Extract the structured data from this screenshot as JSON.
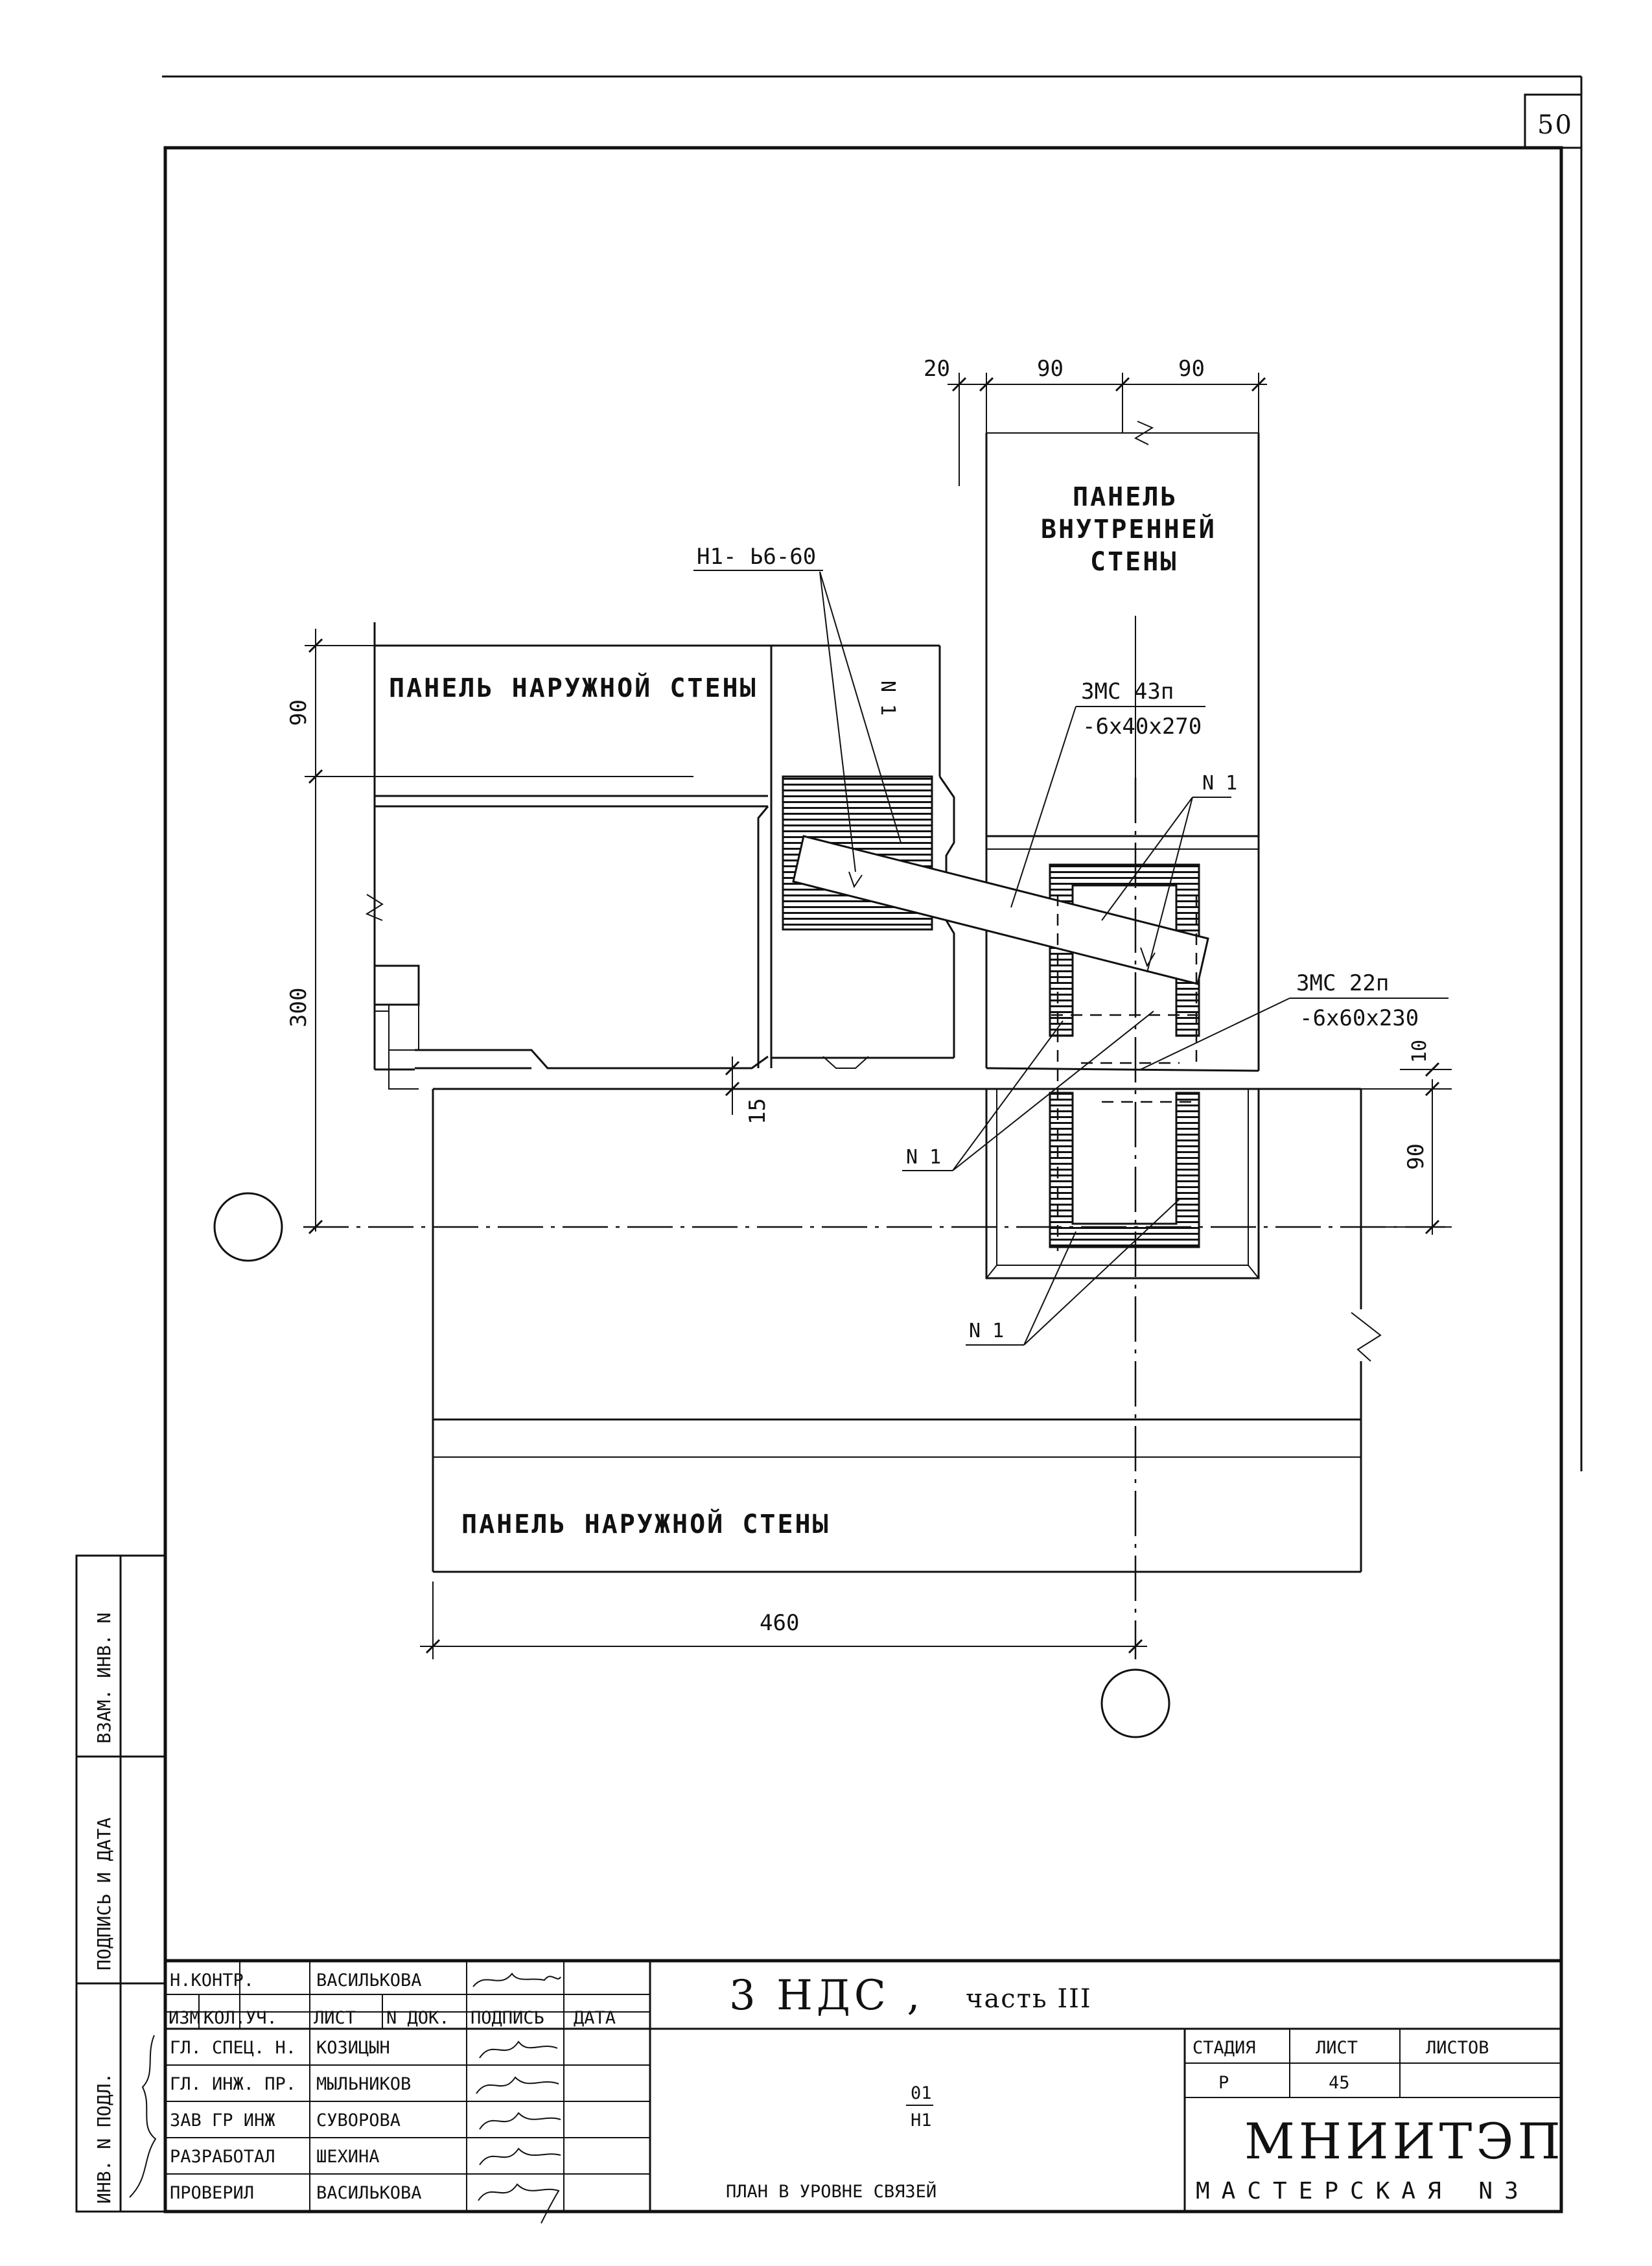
{
  "sheet_number": "50",
  "labels": {
    "outer_panel_top": "ПАНЕЛЬ НАРУЖНОЙ СТЕНЫ",
    "outer_panel_bottom": "ПАНЕЛЬ НАРУЖНОЙ СТЕНЫ",
    "inner_panel_line1": "ПАНЕЛЬ",
    "inner_panel_line2": "ВНУТРЕННЕЙ",
    "inner_panel_line3": "СТЕНЫ",
    "part_h1": "Н1- Ь6-60",
    "zmc43_name": "ЗМС 43п",
    "zmc43_size": "-6х40х270",
    "zmc22_name": "ЗМС 22п",
    "zmc22_size": "-6х60х230",
    "n1_a": "N 1",
    "n1_b": "N 1",
    "n1_c": "N 1",
    "n1_d": "N 1"
  },
  "dimensions": {
    "d20": "20",
    "d90a": "90",
    "d90b": "90",
    "d90_left": "90",
    "d300": "300",
    "d15": "15",
    "d10": "10",
    "d90_right": "90",
    "d460": "460"
  },
  "side_stamp": {
    "inv_podl": "ИНВ. N ПОДЛ.",
    "podpis_data": "ПОДПИСЬ И ДАТА",
    "vzam_inv": "ВЗАМ. ИНВ. N"
  },
  "title_block": {
    "project": "3 НДС ,",
    "part": "часть III",
    "drawing_code_num": "01",
    "drawing_code_den": "Н1",
    "drawing_title": "ПЛАН В УРОВНЕ СВЯЗЕЙ",
    "org_name": "МНИИТЭП",
    "org_sub": "МАСТЕРСКАЯ N3",
    "col_izm": "ИЗМ.",
    "col_koluch": "КОЛ.УЧ.",
    "col_list": "ЛИСТ",
    "col_ndok": "N ДОК.",
    "col_podpis": "ПОДПИСЬ",
    "col_data": "ДАТА",
    "stadia_label": "СТАДИЯ",
    "list_label": "ЛИСТ",
    "listov_label": "ЛИСТОВ",
    "stadia_value": "Р",
    "list_value": "45",
    "listov_value": "",
    "roles": [
      {
        "role": "Н.КОНТР.",
        "name": "ВАСИЛЬКОВА"
      },
      {
        "role": "ГЛ. СПЕЦ. Н.",
        "name": "КОЗИЦЫН"
      },
      {
        "role": "ГЛ. ИНЖ. ПР.",
        "name": "МЫЛЬНИКОВ"
      },
      {
        "role": "ЗАВ ГР ИНЖ",
        "name": "СУВОРОВА"
      },
      {
        "role": "РАЗРАБОТАЛ",
        "name": "ШЕХИНА"
      },
      {
        "role": "ПРОВЕРИЛ",
        "name": "ВАСИЛЬКОВА"
      }
    ]
  }
}
